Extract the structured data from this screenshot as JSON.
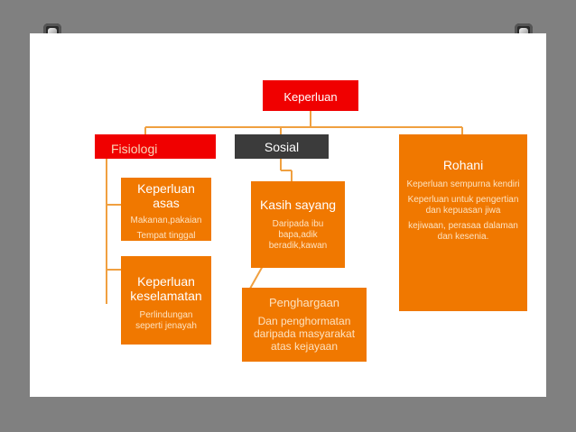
{
  "root": {
    "label": "Keperluan"
  },
  "fisiologi": {
    "label": "Fisiologi",
    "children": [
      {
        "title": "Keperluan asas",
        "lines": [
          "Makanan,pakaian",
          "Tempat tinggal"
        ]
      },
      {
        "title": "Keperluan keselamatan",
        "lines": [
          "Perlindungan seperti jenayah"
        ]
      }
    ]
  },
  "sosial": {
    "label": "Sosial",
    "children": [
      {
        "title": "Kasih sayang",
        "lines": [
          "Daripada ibu bapa,adik beradik,kawan"
        ]
      },
      {
        "title": "Penghargaan",
        "lines": [
          "Dan penghormatan daripada masyarakat atas kejayaan"
        ]
      }
    ]
  },
  "rohani": {
    "label": "Rohani",
    "lines": [
      "Keperluan sempurna kendiri",
      "Keperluan untuk pengertian dan kepuasan jiwa",
      "kejiwaan, perasaa dalaman dan kesenia."
    ]
  },
  "colors": {
    "orange": "#f07800",
    "red": "#f00000",
    "dark": "#3b3b3b",
    "background": "#808080"
  }
}
